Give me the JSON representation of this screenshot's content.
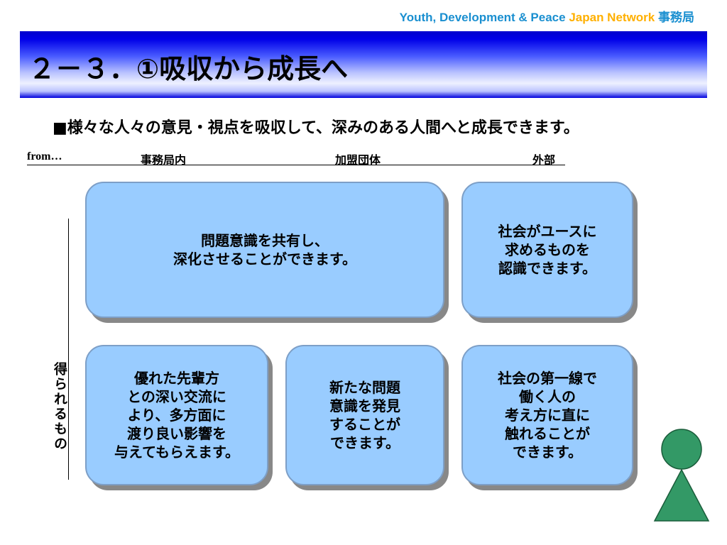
{
  "header": {
    "org_part1": "Youth, Development & Peace ",
    "org_part2": "Japan Network",
    "org_part3": " 事務局",
    "title": "２－３．①吸収から成長へ"
  },
  "subtitle": "■様々な人々の意見・視点を吸収して、深みのある人間へと成長できます。",
  "from_row": {
    "label": "from…",
    "col1": "事務局内",
    "col2": "加盟団体",
    "col3": "外部"
  },
  "axis_label": "得られるもの",
  "boxes": {
    "b1": "問題意識を共有し、\n深化させることができます。",
    "b2": "社会がユースに\n求めるものを\n認識できます。",
    "b3": "優れた先輩方\nとの深い交流に\nより、多方面に\n渡り良い影響を\n与えてもらえます。",
    "b4": "新たな問題\n意識を発見\nすることが\nできます。",
    "b5": "社会の第一線で\n働く人の\n考え方に直に\n触れることが\nできます。"
  },
  "colors": {
    "box_fill": "#99ccff",
    "person": "#339966"
  }
}
